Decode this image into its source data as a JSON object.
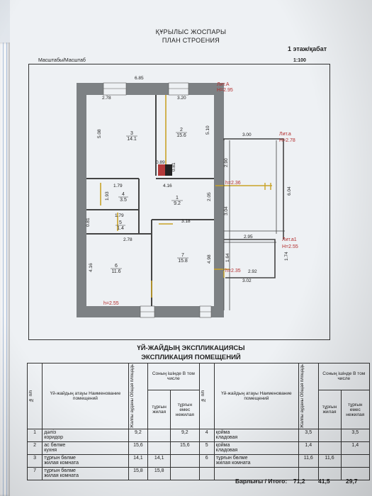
{
  "header": {
    "title_kz": "ҚҰРЫЛЫС ЖОСПАРЫ",
    "title_ru": "ПЛАН СТРОЕНИЯ",
    "floor": "1 этаж/қабат",
    "scale_label": "Масштабы/Масштаб",
    "scale_value": "1:100"
  },
  "plan": {
    "lit_a_main": "Лит.А",
    "lit_a_main_h": "H=2.95",
    "lit_a_ext": "Лит.а",
    "lit_a_ext_h": "H=2.78",
    "lit_a1": "Лит.а1",
    "lit_a1_h": "H=2.55",
    "h_236": "h=2.36",
    "h_235": "h=2.35",
    "h_255": "h=2.55",
    "dims": {
      "d685": "6.85",
      "d278top": "2.78",
      "d320": "3.20",
      "d508": "5.08",
      "d510": "5.10",
      "d300": "3.00",
      "d290": "2.90",
      "d089": "0.89",
      "d081": "0.81",
      "d179a": "1.79",
      "d416mid": "4.16",
      "d193": "1.93",
      "d205": "2.05",
      "d304": "3.04",
      "d604": "6.04",
      "d179b": "1.79",
      "d081b": "0.81",
      "d318": "3.18",
      "d278b": "2.78",
      "d295": "2.95",
      "d164": "1.64",
      "d174": "1.74",
      "d292": "2.92",
      "d302": "3.02",
      "d416left": "4.16",
      "d498": "4.98"
    },
    "rooms": [
      {
        "n": "3",
        "area": "14.1"
      },
      {
        "n": "2",
        "area": "15.6"
      },
      {
        "n": "4",
        "area": "3.5"
      },
      {
        "n": "1",
        "area": "9.2"
      },
      {
        "n": "5",
        "area": "1.4"
      },
      {
        "n": "6",
        "area": "11.6"
      },
      {
        "n": "7",
        "area": "15.8"
      }
    ]
  },
  "table": {
    "title_kz": "ҮЙ-ЖАЙДЫҢ ЭКСПЛИКАЦИЯСЫ",
    "title_ru": "ЭКСПЛИКАЦИЯ ПОМЕЩЕНИЙ",
    "col_num": "№ п/п",
    "col_name": "Үй-жайдың атауы Наименование помещений",
    "col_total": "Жалпы ауданы Общая площадь",
    "col_incl": "Соның ішінде В том числе",
    "col_living": "тұрғын жилая",
    "col_nonliving": "тұрғын емес нежилая",
    "left_rows": [
      {
        "n": "1",
        "kz": "дәліз",
        "ru": "коридор",
        "total": "9,2",
        "living": "",
        "nonliving": "9,2"
      },
      {
        "n": "2",
        "kz": "ас бөлме",
        "ru": "кухня",
        "total": "15,6",
        "living": "",
        "nonliving": "15,6"
      },
      {
        "n": "3",
        "kz": "тұрғын бөлме",
        "ru": "жилая комната",
        "total": "14,1",
        "living": "14,1",
        "nonliving": ""
      },
      {
        "n": "7",
        "kz": "тұрғын бөлме",
        "ru": "жилая комната",
        "total": "15,8",
        "living": "15,8",
        "nonliving": ""
      }
    ],
    "right_rows": [
      {
        "n": "4",
        "kz": "қойма",
        "ru": "кладовая",
        "total": "3,5",
        "living": "",
        "nonliving": "3,5"
      },
      {
        "n": "5",
        "kz": "қойма",
        "ru": "кладовая",
        "total": "1,4",
        "living": "",
        "nonliving": "1,4"
      },
      {
        "n": "6",
        "kz": "тұрғын бөлме",
        "ru": "жилая комната",
        "total": "11,6",
        "living": "11,6",
        "nonliving": ""
      }
    ],
    "total_label": "Барлығы / Итого:",
    "total_all": "71,2",
    "total_living": "41,5",
    "total_nonliving": "29,7"
  }
}
